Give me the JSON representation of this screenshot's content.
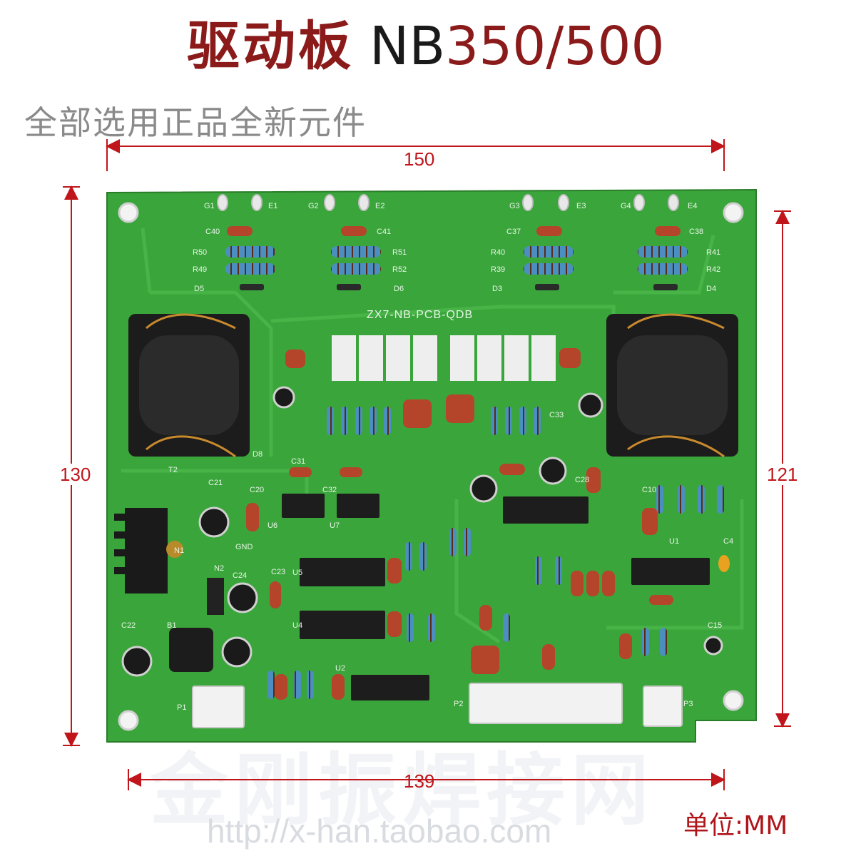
{
  "title": {
    "cn": "驱动板",
    "model_prefix": "NB",
    "model_number": "350/500"
  },
  "subtitle": "全部选用正品全新元件",
  "dimensions": {
    "top_width": "150",
    "bottom_width": "139",
    "left_height": "130",
    "right_height": "121"
  },
  "unit": "单位:MM",
  "board_label": "ZX7-NB-PCB-QDB",
  "silkscreen": {
    "G1": "G1",
    "E1": "E1",
    "G2": "G2",
    "E2": "E2",
    "G3": "G3",
    "E3": "E3",
    "G4": "G4",
    "E4": "E4",
    "C40": "C40",
    "C41": "C41",
    "C37": "C37",
    "C38": "C38",
    "R50": "R50",
    "R49": "R49",
    "R51": "R51",
    "R52": "R52",
    "R40": "R40",
    "R39": "R39",
    "R41": "R41",
    "R42": "R42",
    "D5": "D5",
    "D6": "D6",
    "D3": "D3",
    "D4": "D4",
    "T2": "T2",
    "D8": "D8",
    "C31": "C31",
    "C32": "C32",
    "C33": "C33",
    "C20": "C20",
    "C21": "C21",
    "C22": "C22",
    "C23": "C23",
    "C24": "C24",
    "N1": "N1",
    "N2": "N2",
    "GND": "GND",
    "B1": "B1",
    "U1": "U1",
    "U2": "U2",
    "U4": "U4",
    "U5": "U5",
    "U6": "U6",
    "U7": "U7",
    "P1": "P1",
    "P2": "P2",
    "P3": "P3",
    "C4": "C4",
    "C15": "C15",
    "C28": "C28",
    "C10": "C10"
  },
  "watermark": {
    "store_cn": "金刚振焊接网",
    "url": "http://x-han.taobao.com"
  },
  "colors": {
    "pcb_green": "#3aa53a",
    "pcb_dark": "#2a8a2e",
    "title_red": "#8b1a1a",
    "dimension_red": "#c0151a",
    "capacitor_red": "#b5452a",
    "transformer_black": "#1c1c1c"
  }
}
